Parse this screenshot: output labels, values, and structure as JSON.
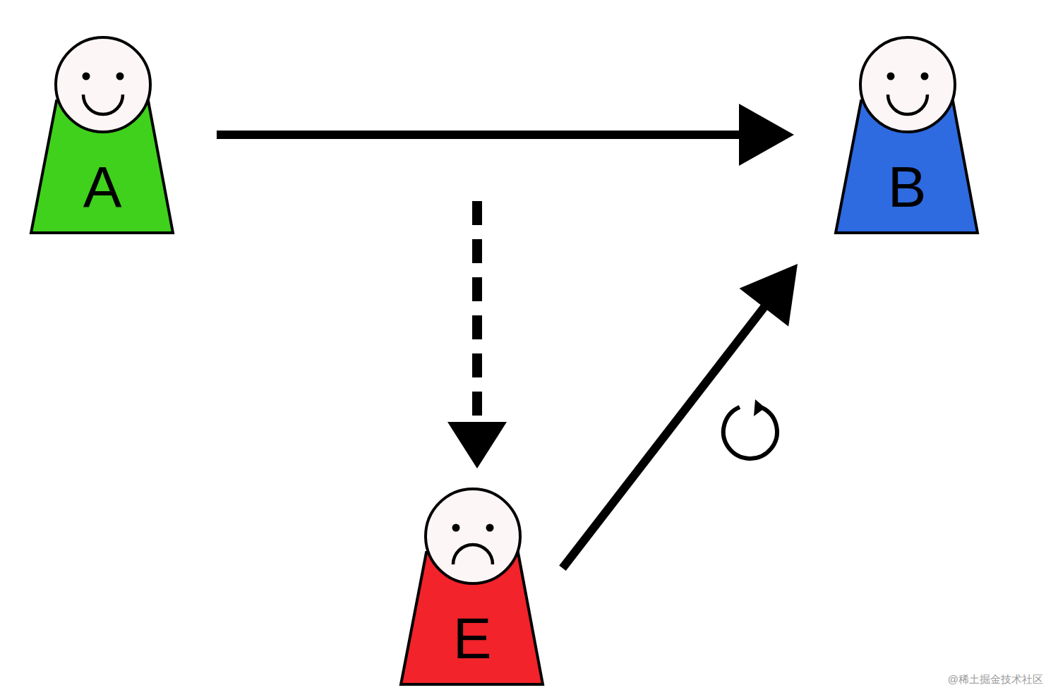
{
  "diagram": {
    "nodes": [
      {
        "text": [
          "A"
        ]
      },
      {
        "text": [
          "B"
        ]
      },
      {
        "text": [
          "E"
        ]
      }
    ],
    "edges": [
      {
        "from": 0,
        "to": 1,
        "arrow": "to"
      },
      {
        "from": 2,
        "to": 1,
        "arrow": "to"
      }
    ],
    "labels": [
      "@稀土掘金技术社区"
    ]
  }
}
